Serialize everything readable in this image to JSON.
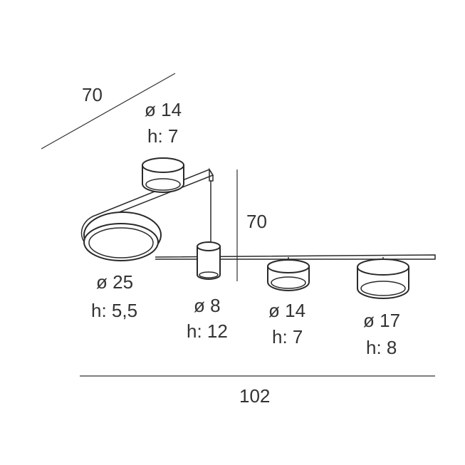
{
  "dimensions": {
    "depth": "70",
    "height": "70",
    "width": "102"
  },
  "parts": [
    {
      "id": "top-shade",
      "diameter": "ø 14",
      "height": "h: 7"
    },
    {
      "id": "large-ring",
      "diameter": "ø 25",
      "height": "h: 5,5"
    },
    {
      "id": "pendant-cylinder",
      "diameter": "ø 8",
      "height": "h: 12"
    },
    {
      "id": "middle-spot",
      "diameter": "ø 14",
      "height": "h: 7"
    },
    {
      "id": "right-spot",
      "diameter": "ø 17",
      "height": "h: 8"
    }
  ]
}
